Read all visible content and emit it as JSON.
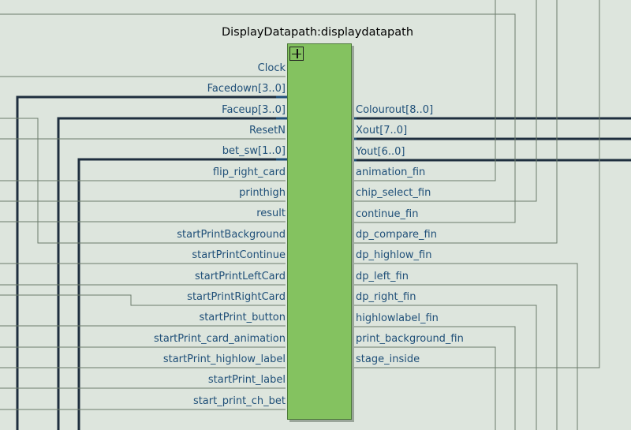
{
  "block": {
    "title": "DisplayDatapath:displaydatapath"
  },
  "inputs": [
    {
      "label": "Clock",
      "bus": false
    },
    {
      "label": "Facedown[3..0]",
      "bus": true
    },
    {
      "label": "Faceup[3..0]",
      "bus": true
    },
    {
      "label": "ResetN",
      "bus": false
    },
    {
      "label": "bet_sw[1..0]",
      "bus": true
    },
    {
      "label": "flip_right_card",
      "bus": false
    },
    {
      "label": "printhigh",
      "bus": false
    },
    {
      "label": "result",
      "bus": false
    },
    {
      "label": "startPrintBackground",
      "bus": false
    },
    {
      "label": "startPrintContinue",
      "bus": false
    },
    {
      "label": "startPrintLeftCard",
      "bus": false
    },
    {
      "label": "startPrintRightCard",
      "bus": false
    },
    {
      "label": "startPrint_button",
      "bus": false
    },
    {
      "label": "startPrint_card_animation",
      "bus": false
    },
    {
      "label": "startPrint_highlow_label",
      "bus": false
    },
    {
      "label": "startPrint_label",
      "bus": false
    },
    {
      "label": "start_print_ch_bet",
      "bus": false
    }
  ],
  "outputs": [
    {
      "label": "Colourout[8..0]",
      "bus": true
    },
    {
      "label": "Xout[7..0]",
      "bus": true
    },
    {
      "label": "Yout[6..0]",
      "bus": true
    },
    {
      "label": "animation_fin",
      "bus": false
    },
    {
      "label": "chip_select_fin",
      "bus": false
    },
    {
      "label": "continue_fin",
      "bus": false
    },
    {
      "label": "dp_compare_fin",
      "bus": false
    },
    {
      "label": "dp_highlow_fin",
      "bus": false
    },
    {
      "label": "dp_left_fin",
      "bus": false
    },
    {
      "label": "dp_right_fin",
      "bus": false
    },
    {
      "label": "highlowlabel_fin",
      "bus": false
    },
    {
      "label": "print_background_fin",
      "bus": false
    },
    {
      "label": "stage_inside",
      "bus": false
    }
  ],
  "colors": {
    "background": "#dde5dd",
    "block_fill": "#84c260",
    "wire": "#6b7b6b",
    "bus_wire": "#1e2e3e",
    "bus_stub": "#1f4f78",
    "pin_text": "#1f4f78"
  }
}
